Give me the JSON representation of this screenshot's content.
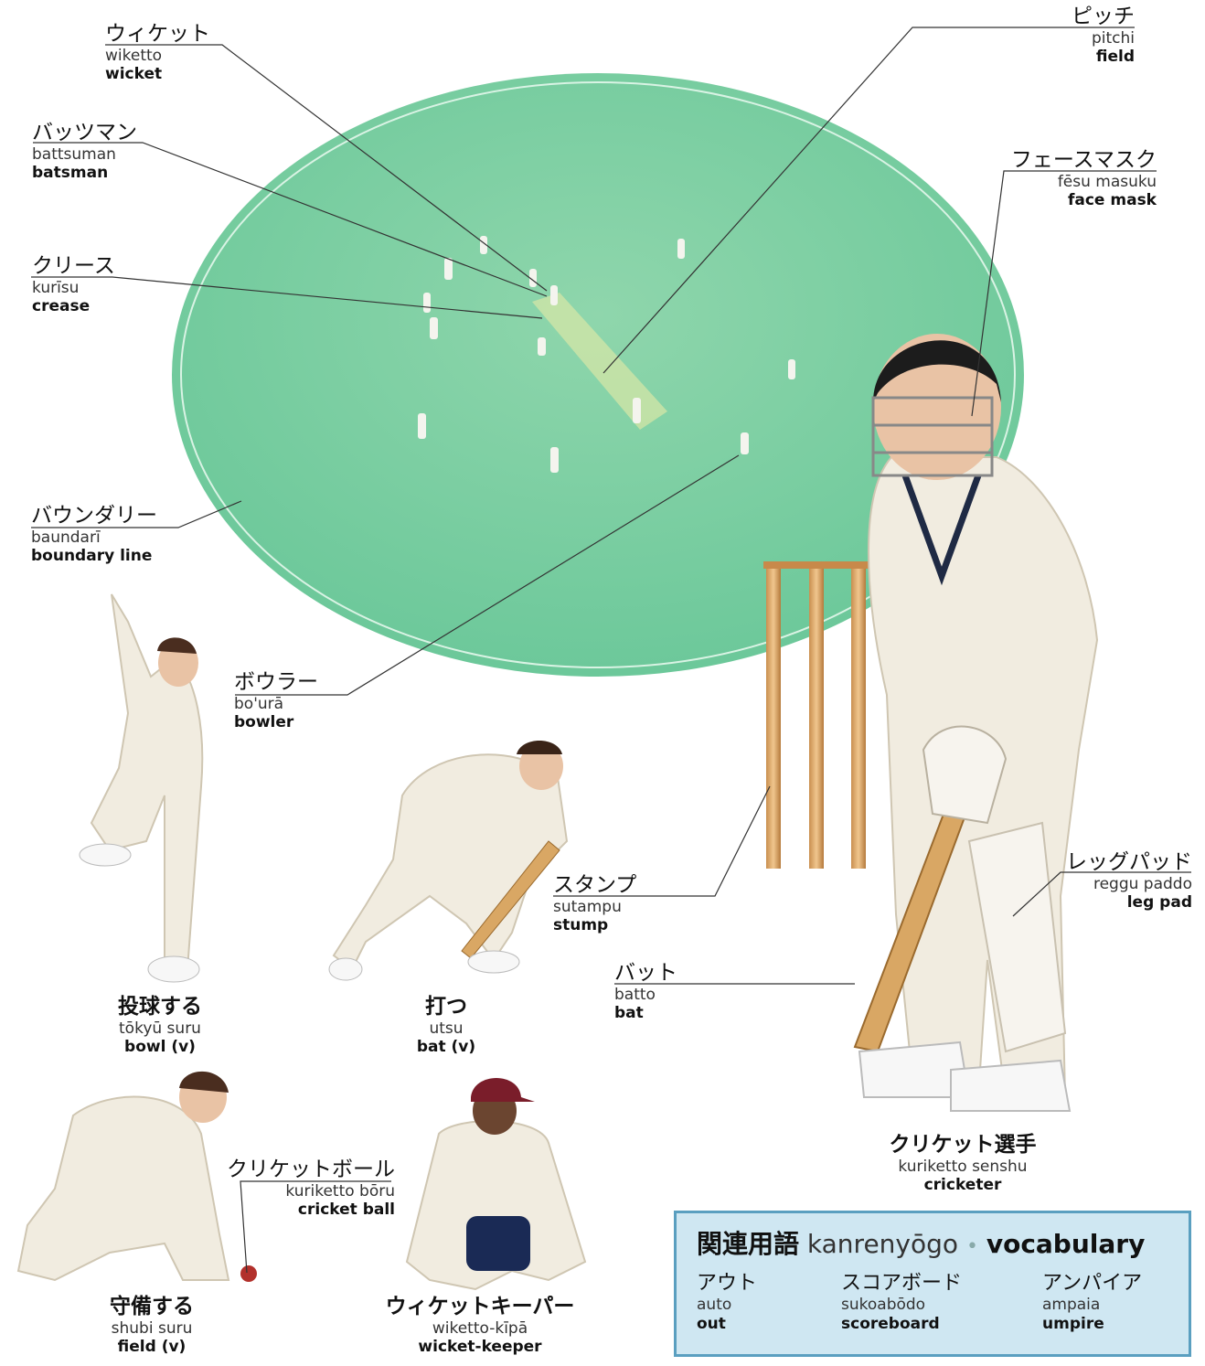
{
  "labels": {
    "wicket": {
      "jp": "ウィケット",
      "rom": "wiketto",
      "en": "wicket"
    },
    "batsman": {
      "jp": "バッツマン",
      "rom": "battsuman",
      "en": "batsman"
    },
    "crease": {
      "jp": "クリース",
      "rom": "kurīsu",
      "en": "crease"
    },
    "boundary": {
      "jp": "バウンダリー",
      "rom": "baundarī",
      "en": "boundary line"
    },
    "bowler": {
      "jp": "ボウラー",
      "rom": "bo'urā",
      "en": "bowler"
    },
    "pitch": {
      "jp": "ピッチ",
      "rom": "pitchi",
      "en": "field"
    },
    "facemask": {
      "jp": "フェースマスク",
      "rom": "fēsu masuku",
      "en": "face mask"
    },
    "legpad": {
      "jp": "レッグパッド",
      "rom": "reggu paddo",
      "en": "leg pad"
    },
    "stump": {
      "jp": "スタンプ",
      "rom": "sutampu",
      "en": "stump"
    },
    "bat": {
      "jp": "バット",
      "rom": "batto",
      "en": "bat"
    },
    "bowl": {
      "jp": "投球する",
      "rom": "tōkyū suru",
      "en": "bowl (v)"
    },
    "batv": {
      "jp": "打つ",
      "rom": "utsu",
      "en": "bat (v)"
    },
    "cricketer": {
      "jp": "クリケット選手",
      "rom": "kuriketto senshu",
      "en": "cricketer"
    },
    "cricketball": {
      "jp": "クリケットボール",
      "rom": "kuriketto bōru",
      "en": "cricket ball"
    },
    "field": {
      "jp": "守備する",
      "rom": "shubi suru",
      "en": "field (v)"
    },
    "keeper": {
      "jp": "ウィケットキーパー",
      "rom": "wiketto-kīpā",
      "en": "wicket-keeper"
    }
  },
  "vocab": {
    "title_jp": "関連用語",
    "title_rom": "kanrenyōgo",
    "title_sep": "•",
    "title_en": "vocabulary",
    "items": [
      {
        "jp": "アウト",
        "rom": "auto",
        "en": "out"
      },
      {
        "jp": "スコアボード",
        "rom": "sukoabōdo",
        "en": "scoreboard"
      },
      {
        "jp": "アンパイア",
        "rom": "ampaia",
        "en": "umpire"
      }
    ]
  },
  "colors": {
    "field": "#6cc89a",
    "field_light": "#8fd9b2",
    "vocab_bg": "#cfe7f2",
    "vocab_border": "#5a9fc0",
    "whites": "#f1ece0"
  }
}
